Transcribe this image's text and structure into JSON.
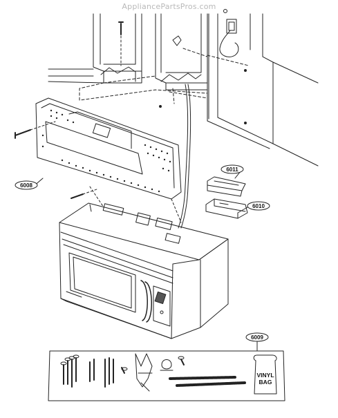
{
  "watermark": "AppliancePartsPros.com",
  "parts": {
    "p6008": "6008",
    "p6009": "6009",
    "p6010": "6010",
    "p6011": "6011"
  },
  "vinyl_bag": {
    "line1": "VINYL",
    "line2": "BAG"
  }
}
